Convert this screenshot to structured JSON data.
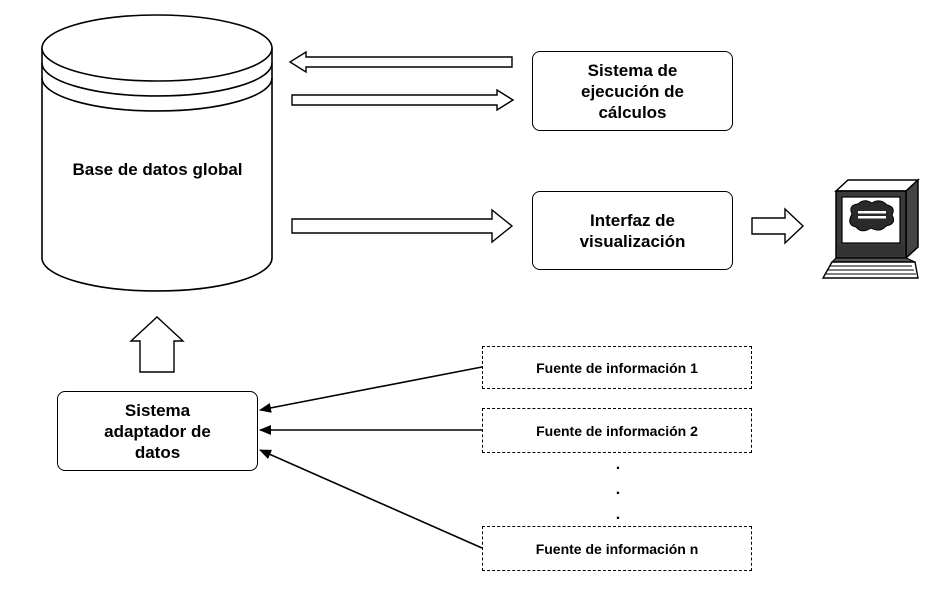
{
  "database": {
    "label": "Base de datos global"
  },
  "boxes": {
    "calc": "Sistema de ejecución de cálculos",
    "viz": "Interfaz de visualización",
    "adapter": "Sistema adaptador de datos"
  },
  "sources": [
    "Fuente de información 1",
    "Fuente de información 2",
    "Fuente de información n"
  ],
  "ellipsis": ".",
  "icons": {
    "monitor": "computer-monitor-icon",
    "database": "cylinder-database-icon"
  }
}
